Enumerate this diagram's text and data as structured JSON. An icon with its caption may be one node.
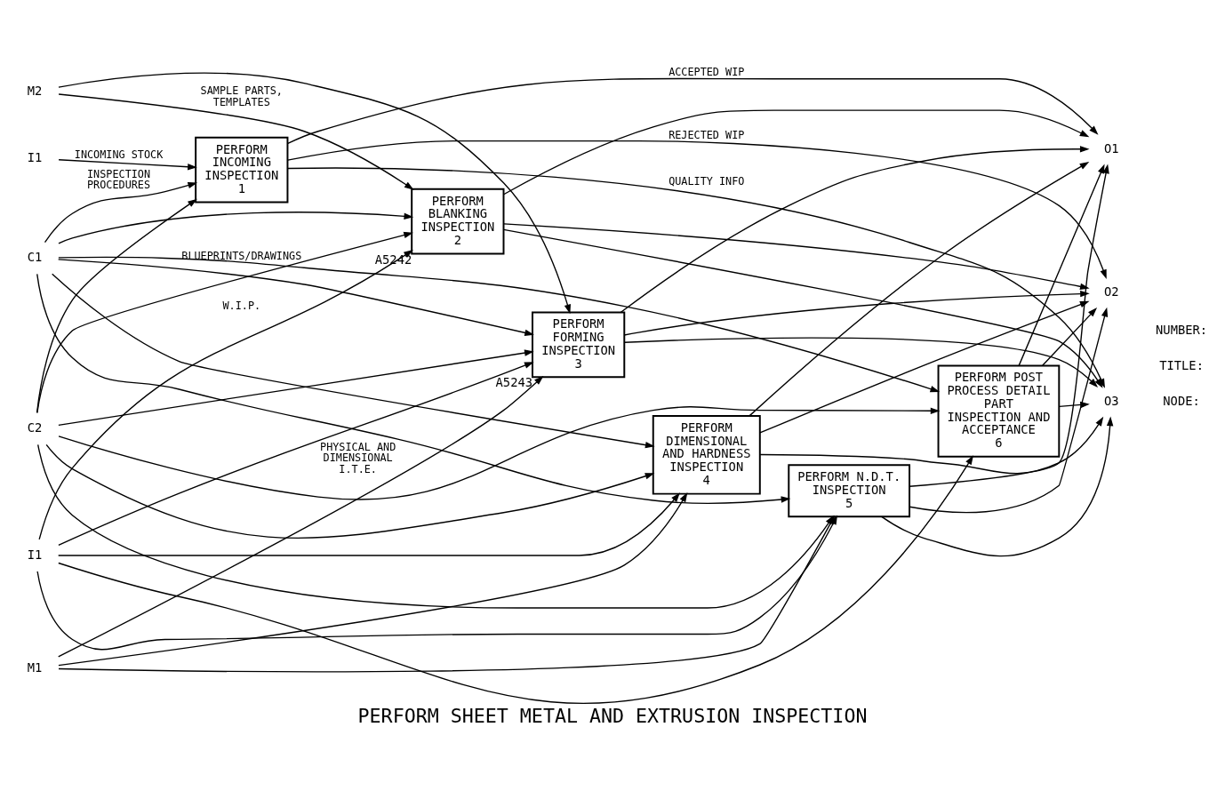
{
  "diagram": {
    "title": "PERFORM SHEET METAL AND EXTRUSION INSPECTION",
    "nodes": [
      {
        "text": [
          "PERFORM INCOMING INSPECTION",
          "1"
        ]
      },
      {
        "text": [
          "PERFORM BLANKING INSPECTION",
          "2"
        ],
        "beside": [
          "A5242"
        ]
      },
      {
        "text": [
          "PERFORM FORMING INSPECTION",
          "3"
        ],
        "beside": [
          "A5243"
        ]
      },
      {
        "text": [
          "PERFORM DIMENSIONAL AND HARDNESS INSPECTION",
          "4"
        ]
      },
      {
        "text": [
          "PERFORM N.D.T. INSPECTION",
          "5"
        ]
      },
      {
        "text": [
          "PERFORM POST PROCESS DETAIL PART INSPECTION AND ACCEPTANCE",
          "6"
        ]
      },
      {
        "text": [
          "C1"
        ]
      },
      {
        "text": [
          "C2"
        ]
      },
      {
        "text": [
          "I1"
        ]
      },
      {
        "text": [
          "I1"
        ]
      },
      {
        "text": [
          "M2"
        ]
      },
      {
        "text": [
          "M1"
        ]
      },
      {
        "text": [
          "O1"
        ]
      },
      {
        "text": [
          "O2"
        ]
      },
      {
        "text": [
          "O3"
        ]
      }
    ],
    "edges": [
      {
        "from": 6,
        "to": 0,
        "arrow": "to",
        "label": "INSPECTION PROCEDURES"
      },
      {
        "from": 6,
        "to": 1,
        "arrow": "to"
      },
      {
        "from": 6,
        "to": 2,
        "arrow": "to"
      },
      {
        "from": 6,
        "to": 3,
        "arrow": "to"
      },
      {
        "from": 6,
        "to": 4,
        "arrow": "to"
      },
      {
        "from": 6,
        "to": 5,
        "arrow": "to"
      },
      {
        "from": 7,
        "to": 0,
        "arrow": "to"
      },
      {
        "from": 7,
        "to": 1,
        "arrow": "to",
        "label": "BLUEPRINTS/DRAWINGS"
      },
      {
        "from": 7,
        "to": 2,
        "arrow": "to"
      },
      {
        "from": 7,
        "to": 3,
        "arrow": "to"
      },
      {
        "from": 7,
        "to": 4,
        "arrow": "to"
      },
      {
        "from": 7,
        "to": 5,
        "arrow": "to"
      },
      {
        "from": 8,
        "to": 0,
        "arrow": "to",
        "label": "INCOMING STOCK"
      },
      {
        "from": 9,
        "to": 1,
        "arrow": "to",
        "label": "W.I.P."
      },
      {
        "from": 9,
        "to": 2,
        "arrow": "to"
      },
      {
        "from": 9,
        "to": 3,
        "arrow": "to"
      },
      {
        "from": 9,
        "to": 4,
        "arrow": "to"
      },
      {
        "from": 9,
        "to": 5,
        "arrow": "to"
      },
      {
        "from": 10,
        "to": 1,
        "arrow": "to",
        "label": "SAMPLE PARTS, TEMPLATES"
      },
      {
        "from": 10,
        "to": 2,
        "arrow": "to"
      },
      {
        "from": 11,
        "to": 2,
        "arrow": "to",
        "label": "PHYSICAL AND DIMENSIONAL I.T.E."
      },
      {
        "from": 11,
        "to": 3,
        "arrow": "to"
      },
      {
        "from": 11,
        "to": 4,
        "arrow": "to"
      },
      {
        "from": 0,
        "to": 12,
        "arrow": "to",
        "label": "ACCEPTED WIP"
      },
      {
        "from": 0,
        "to": 13,
        "arrow": "to",
        "label": "REJECTED WIP"
      },
      {
        "from": 0,
        "to": 14,
        "arrow": "to",
        "label": "QUALITY INFO"
      },
      {
        "from": 1,
        "to": 12,
        "arrow": "to"
      },
      {
        "from": 1,
        "to": 13,
        "arrow": "to"
      },
      {
        "from": 1,
        "to": 14,
        "arrow": "to"
      },
      {
        "from": 2,
        "to": 12,
        "arrow": "to"
      },
      {
        "from": 2,
        "to": 13,
        "arrow": "to"
      },
      {
        "from": 2,
        "to": 14,
        "arrow": "to"
      },
      {
        "from": 3,
        "to": 12,
        "arrow": "to"
      },
      {
        "from": 3,
        "to": 13,
        "arrow": "to"
      },
      {
        "from": 3,
        "to": 14,
        "arrow": "to"
      },
      {
        "from": 4,
        "to": 12,
        "arrow": "to"
      },
      {
        "from": 4,
        "to": 13,
        "arrow": "to"
      },
      {
        "from": 4,
        "to": 14,
        "arrow": "to"
      },
      {
        "from": 5,
        "to": 12,
        "arrow": "to"
      },
      {
        "from": 5,
        "to": 13,
        "arrow": "to"
      },
      {
        "from": 5,
        "to": 14,
        "arrow": "to"
      }
    ],
    "labels": [
      "NODE:",
      "TITLE:",
      "NUMBER:"
    ]
  }
}
